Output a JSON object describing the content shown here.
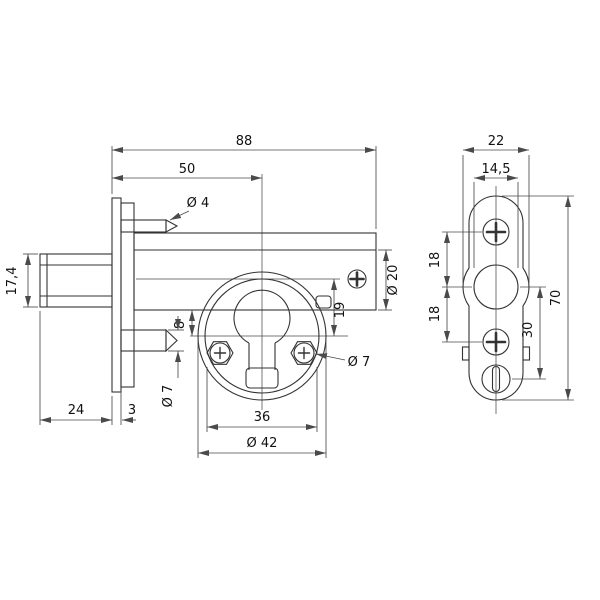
{
  "drawing": {
    "type": "technical-drawing",
    "subject": "security door rack bolt lock, two orthographic views",
    "background_color": "#ffffff",
    "line_color": "#333333",
    "text_color": "#111111",
    "dimensions": {
      "overall_length": "88",
      "backset": "50",
      "top_pin_diameter": "Ø 4",
      "bolt_diameter": "17,4",
      "tube_diameter": "Ø 20",
      "axis_offset": "19",
      "edge_offset": "8",
      "screw_diameter": "Ø 7",
      "bottom_pin_diameter": "Ø 7",
      "bolt_length": "24",
      "faceplate_thickness": "3",
      "screw_spacing": "36",
      "rosette_diameter": "Ø 42",
      "plate_width": "22",
      "hole_diameter": "14,5",
      "upper_screw_offset": "18",
      "lower_screw_offset": "18",
      "slot_screw_offset": "30",
      "plate_height": "70"
    }
  }
}
